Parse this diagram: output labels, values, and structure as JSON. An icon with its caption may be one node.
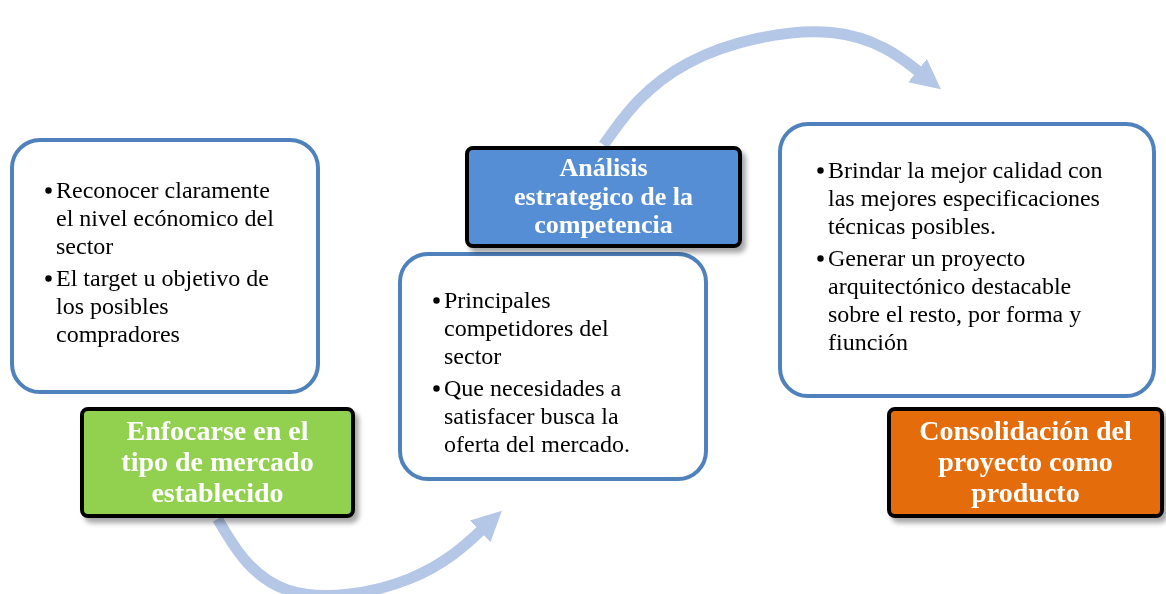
{
  "diagram": {
    "nodes": [
      {
        "text": [
          "Reconocer claramente el nivel ecónomico del sector",
          "El target u objetivo de los posibles compradores"
        ]
      },
      {
        "text": [
          "Enfocarse en el tipo de mercado establecido"
        ]
      },
      {
        "text": [
          "Principales competidores del sector",
          "Que necesidades a satisfacer busca la oferta del mercado."
        ]
      },
      {
        "text": [
          "Análisis estrategico de la competencia"
        ]
      },
      {
        "text": [
          "Brindar la mejor calidad con las mejores especificaciones técnicas posibles.",
          "Generar un proyecto arquitectónico destacable sobre el resto, por forma y fiunción"
        ]
      },
      {
        "text": [
          "Consolidación del proyecto como producto"
        ]
      }
    ],
    "edges": [
      {
        "from": 1,
        "to": 2,
        "arrow": "to"
      },
      {
        "from": 3,
        "to": 4,
        "arrow": "to"
      }
    ]
  }
}
